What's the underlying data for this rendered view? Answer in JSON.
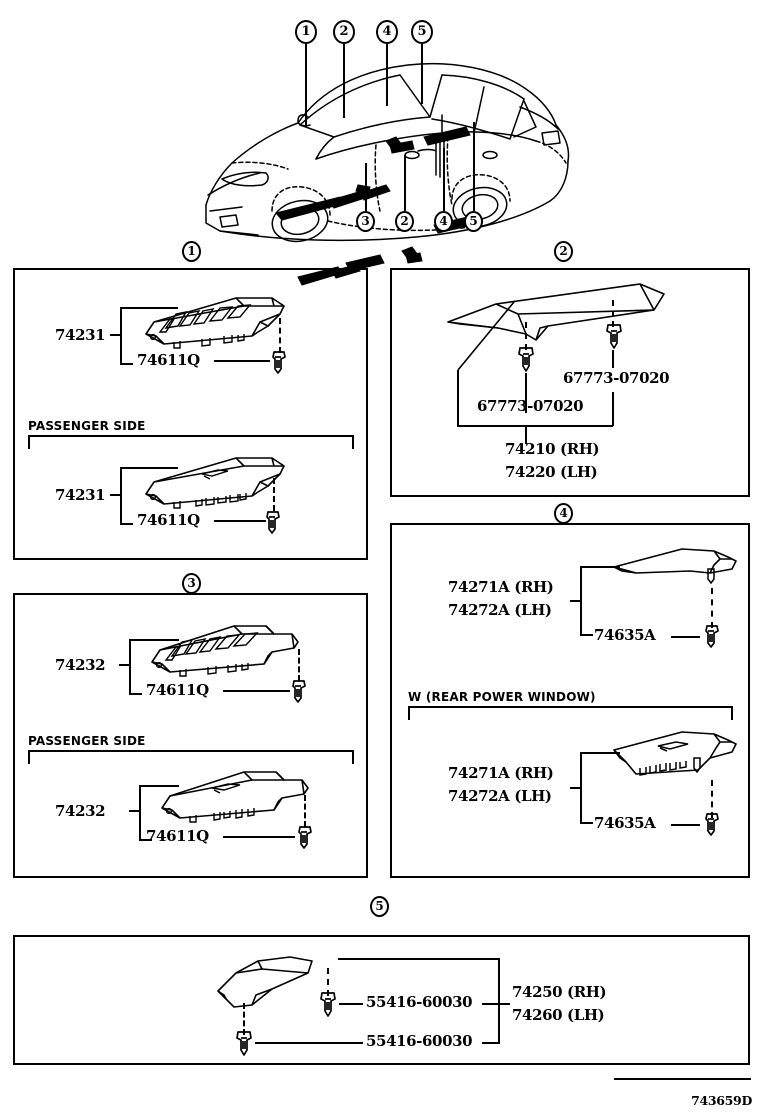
{
  "document": {
    "diagram_id": "743659D",
    "type": "automotive-parts-illustration"
  },
  "vehicle_callouts": {
    "top": [
      "1",
      "2",
      "4",
      "5"
    ],
    "bottom": [
      "3",
      "2",
      "4",
      "5"
    ]
  },
  "panels": [
    {
      "id": "panel-1",
      "tag": "1",
      "groups": [
        {
          "name": "driver-side",
          "bracket_label": "",
          "parts": [
            {
              "number": "74231",
              "role": "switch-panel"
            },
            {
              "number": "74611Q",
              "role": "clip"
            }
          ]
        },
        {
          "name": "passenger-side",
          "bracket_label": "PASSENGER SIDE",
          "parts": [
            {
              "number": "74231",
              "role": "switch-panel"
            },
            {
              "number": "74611Q",
              "role": "clip"
            }
          ]
        }
      ]
    },
    {
      "id": "panel-2",
      "tag": "2",
      "groups": [
        {
          "name": "front-door-armrest",
          "bracket_label": "",
          "parts": [
            {
              "number": "67773-07020",
              "role": "clip"
            },
            {
              "number": "67773-07020",
              "role": "clip"
            },
            {
              "number": "74210 (RH)",
              "role": "armrest-base"
            },
            {
              "number": "74220 (LH)",
              "role": "armrest-base"
            }
          ]
        }
      ]
    },
    {
      "id": "panel-3",
      "tag": "3",
      "groups": [
        {
          "name": "driver-side",
          "bracket_label": "",
          "parts": [
            {
              "number": "74232",
              "role": "switch-panel"
            },
            {
              "number": "74611Q",
              "role": "clip"
            }
          ]
        },
        {
          "name": "passenger-side",
          "bracket_label": "PASSENGER SIDE",
          "parts": [
            {
              "number": "74232",
              "role": "switch-panel"
            },
            {
              "number": "74611Q",
              "role": "clip"
            }
          ]
        }
      ]
    },
    {
      "id": "panel-4",
      "tag": "4",
      "groups": [
        {
          "name": "rear-standard",
          "bracket_label": "",
          "parts": [
            {
              "number": "74271A (RH)",
              "role": "rear-armrest"
            },
            {
              "number": "74272A (LH)",
              "role": "rear-armrest"
            },
            {
              "number": "74635A",
              "role": "clip"
            }
          ]
        },
        {
          "name": "rear-power-window",
          "bracket_label": "W (REAR POWER WINDOW)",
          "parts": [
            {
              "number": "74271A (RH)",
              "role": "rear-armrest"
            },
            {
              "number": "74272A (LH)",
              "role": "rear-armrest"
            },
            {
              "number": "74635A",
              "role": "clip"
            }
          ]
        }
      ]
    },
    {
      "id": "panel-5",
      "tag": "5",
      "groups": [
        {
          "name": "rear-door-trim",
          "bracket_label": "",
          "parts": [
            {
              "number": "55416-60030",
              "role": "clip"
            },
            {
              "number": "55416-60030",
              "role": "clip"
            },
            {
              "number": "74250 (RH)",
              "role": "trim-panel"
            },
            {
              "number": "74260 (LH)",
              "role": "trim-panel"
            }
          ]
        }
      ]
    }
  ],
  "labels": {
    "p1_g1_main": "74231",
    "p1_g1_clip": "74611Q",
    "p1_g2_bracket": "PASSENGER SIDE",
    "p1_g2_main": "74231",
    "p1_g2_clip": "74611Q",
    "p2_clip_right": "67773-07020",
    "p2_clip_left": "67773-07020",
    "p2_main_rh": "74210 (RH)",
    "p2_main_lh": "74220 (LH)",
    "p3_g1_main": "74232",
    "p3_g1_clip": "74611Q",
    "p3_g2_bracket": "PASSENGER SIDE",
    "p3_g2_main": "74232",
    "p3_g2_clip": "74611Q",
    "p4_g1_rh": "74271A (RH)",
    "p4_g1_lh": "74272A (LH)",
    "p4_g1_clip": "74635A",
    "p4_g2_bracket": "W (REAR POWER WINDOW)",
    "p4_g2_rh": "74271A (RH)",
    "p4_g2_lh": "74272A (LH)",
    "p4_g2_clip": "74635A",
    "p5_clip_top": "55416-60030",
    "p5_clip_bottom": "55416-60030",
    "p5_main_rh": "74250 (RH)",
    "p5_main_lh": "74260 (LH)",
    "tag1": "1",
    "tag2": "2",
    "tag3": "3",
    "tag4": "4",
    "tag5": "5",
    "cv_t1": "1",
    "cv_t2": "2",
    "cv_t4": "4",
    "cv_t5": "5",
    "cv_b3": "3",
    "cv_b2": "2",
    "cv_b4": "4",
    "cv_b5": "5",
    "docid": "743659D"
  },
  "colors": {
    "line": "#000000",
    "background": "#ffffff"
  }
}
